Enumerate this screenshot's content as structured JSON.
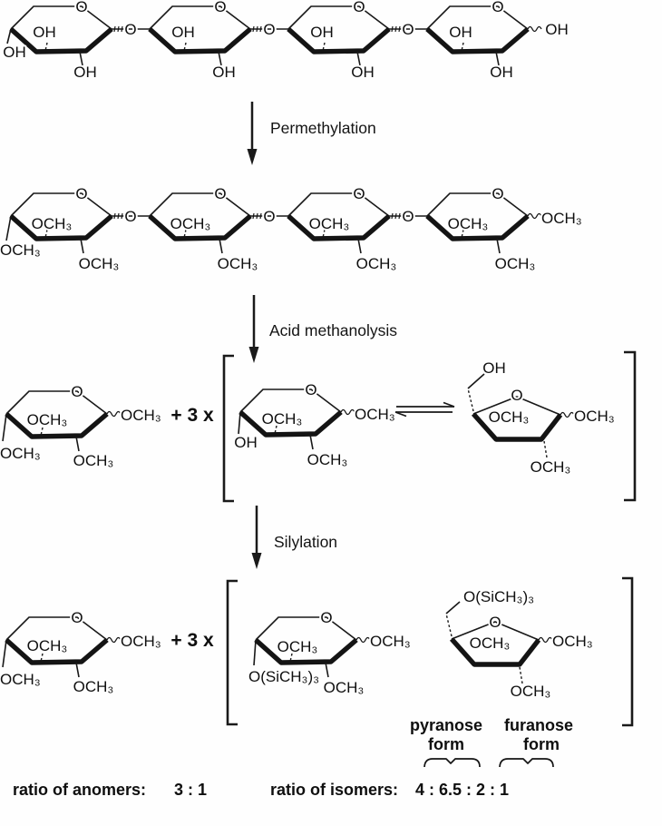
{
  "molecule_labels": {
    "ring_oxygen": "O",
    "glycosidic_oxygen": "O",
    "hydroxyl": "OH",
    "methoxy": "OCH₃",
    "trimethylsilyloxy": "O(SiCH₃)₃",
    "plus_three_x": "+ 3 x"
  },
  "steps": {
    "permethylation": "Permethylation",
    "acid_methanolysis": "Acid methanolysis",
    "silylation": "Silylation"
  },
  "annotations": {
    "pyranose_word": "pyranose",
    "furanose_word": "furanose",
    "form_word": "form",
    "ratio_anomers_label": "ratio of anomers:",
    "ratio_anomers_value": "3 : 1",
    "ratio_isomers_label": "ratio of isomers:",
    "ratio_isomers_value": "4  :  6.5  :  2  :  1"
  },
  "colors": {
    "ink": "#181818",
    "background": "#fefefe"
  }
}
